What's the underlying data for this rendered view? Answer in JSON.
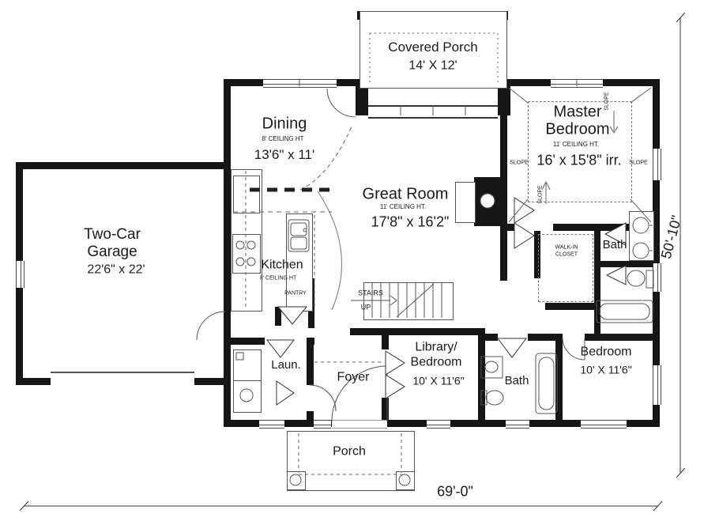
{
  "meta": {
    "type": "house-floor-plan"
  },
  "dims": {
    "width": "69'-0\"",
    "height": "50'-10\""
  },
  "rooms": {
    "covered_porch": {
      "name": "Covered Porch",
      "size": "14' X 12'"
    },
    "master": {
      "name1": "Master",
      "name2": "Bedroom",
      "ceiling": "11' CEILING HT.",
      "size": "16' x 15'8\" irr."
    },
    "dining": {
      "name": "Dining",
      "ceiling": "8' CEILING HT",
      "size": "13'6\" x 11'"
    },
    "great_room": {
      "name": "Great Room",
      "ceiling": "11' CEILING HT.",
      "size": "17'8\" x 16'2\""
    },
    "garage": {
      "name1": "Two-Car",
      "name2": "Garage",
      "size": "22'6\" x 22'"
    },
    "kitchen": {
      "name": "Kitchen",
      "ceiling": "8' CEILING HT",
      "pantry": "PANTRY"
    },
    "stairs": {
      "line1": "STAIRS",
      "line2": "UP"
    },
    "closet": {
      "line1": "WALK-IN",
      "line2": "CLOSET"
    },
    "master_bath": {
      "name": "Bath"
    },
    "laundry": {
      "name": "Laun."
    },
    "foyer": {
      "name": "Foyer"
    },
    "library": {
      "name1": "Library/",
      "name2": "Bedroom",
      "size": "10' X 11'6\""
    },
    "bath2": {
      "name": "Bath"
    },
    "bedroom": {
      "name": "Bedroom",
      "size": "10' X 11'6\""
    },
    "porch": {
      "name": "Porch"
    }
  },
  "annotations": {
    "slope": "SLOPE"
  },
  "colors": {
    "wall": "#161616",
    "line": "#4a4a4a",
    "background": "#ffffff",
    "text": "#1b1b1b"
  }
}
